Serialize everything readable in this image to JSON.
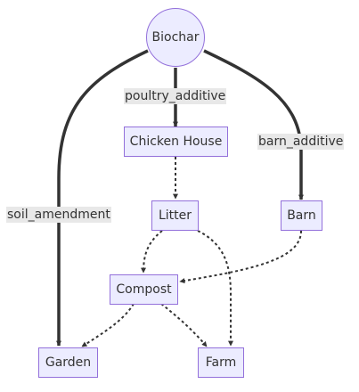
{
  "nodes": {
    "biochar": "Biochar",
    "chicken_house": "Chicken House",
    "litter": "Litter",
    "barn": "Barn",
    "compost": "Compost",
    "garden": "Garden",
    "farm": "Farm"
  },
  "edge_labels": {
    "poultry_additive": "poultry_additive",
    "barn_additive": "barn_additive",
    "soil_amendment": "soil_amendment"
  },
  "colors": {
    "node_fill": "#ececff",
    "node_border": "#9370db",
    "edge": "#333333",
    "label_bg": "#e8e8e8"
  }
}
